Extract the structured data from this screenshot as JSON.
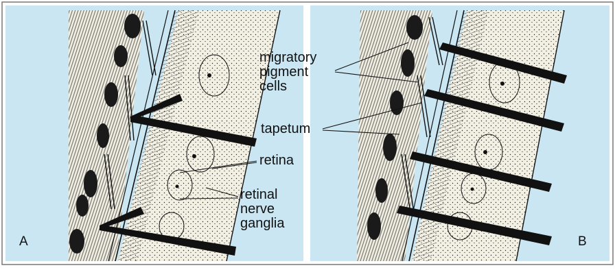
{
  "figure": {
    "background_color": "#c9e6f2",
    "ink_color": "#111111",
    "cell_fill_color": "#f2efe3"
  },
  "panels": [
    {
      "letter": "A"
    },
    {
      "letter": "B"
    }
  ],
  "labels": {
    "migratory": [
      "migratory",
      "pigment",
      "cells"
    ],
    "tapetum": "tapetum",
    "retina": "retina",
    "ganglia": [
      "retinal",
      "nerve",
      "ganglia"
    ]
  }
}
